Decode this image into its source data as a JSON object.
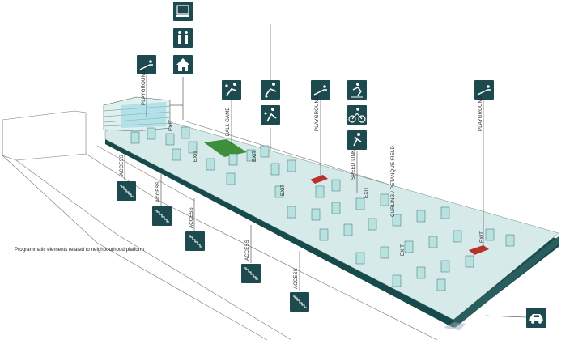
{
  "caption": "Programmatic elements related to neighbourhood platform",
  "labels": {
    "playground": "PLAYGROUND",
    "ball_game": "BALL GAME",
    "speed_link": "SPEED LINK",
    "petanque": "CURLING / PETANQUE FIELD",
    "exit": "EXIT",
    "access": "ACCESS"
  },
  "colors": {
    "icon_tile": "#1d4a4e",
    "slab_top": "#d6ebe9",
    "slab_side": "#174a4b",
    "pavilion": "#b7e2e0",
    "grass": "#3f8f3a",
    "red_pad": "#b8312b"
  },
  "icons": {
    "top_stack": [
      "computer-icon",
      "people-icon",
      "house-icon"
    ],
    "playground_left": "playground-slide-icon",
    "ball_game": "football-icon",
    "football_pair": [
      "soccer-icon",
      "petanque-icon"
    ],
    "playground_mid": "playground-slide-icon",
    "speed_link": [
      "skating-icon",
      "cycling-icon",
      "running-icon"
    ],
    "playground_right": "playground-slide-icon",
    "access": "stairs-icon",
    "parking": "car-icon"
  }
}
